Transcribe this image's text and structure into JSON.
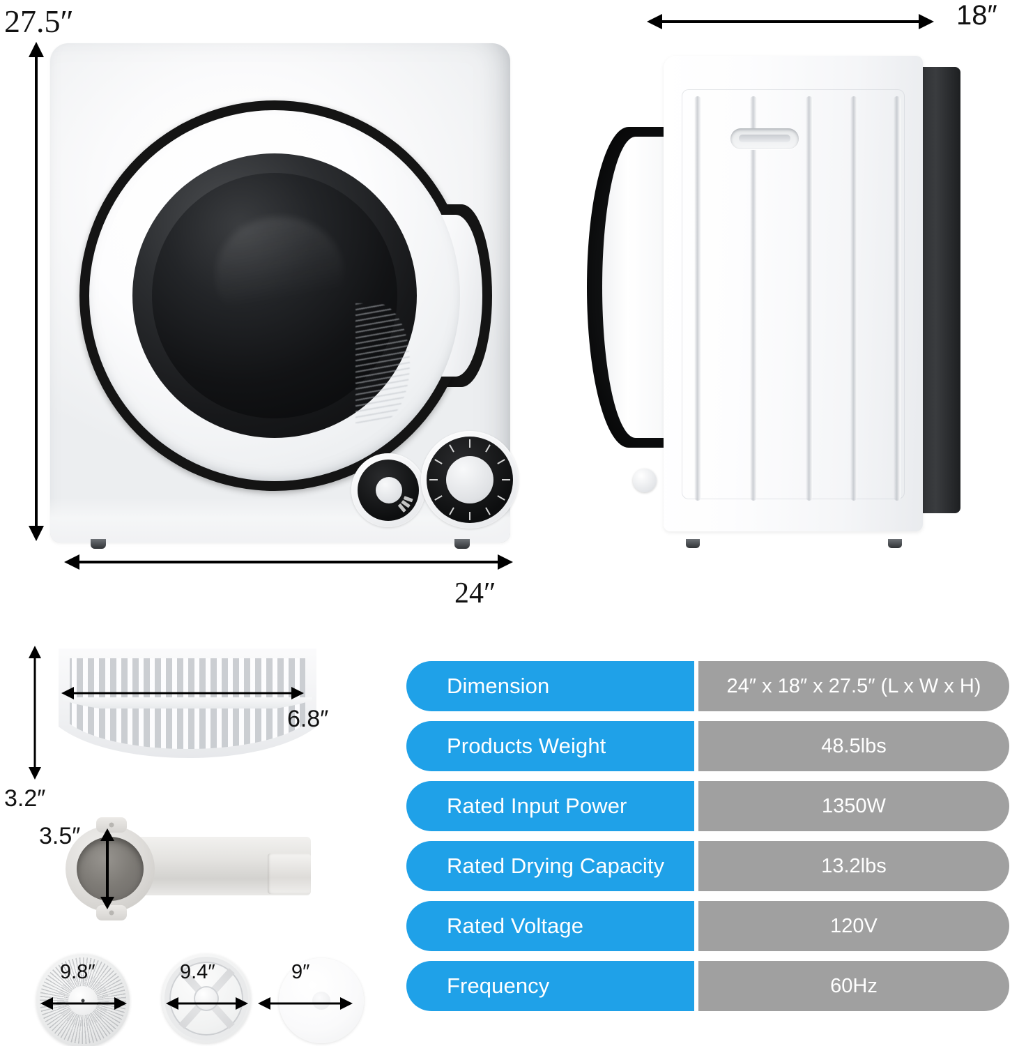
{
  "dimensions": {
    "height_label": "27.5″",
    "width_label": "24″",
    "depth_label": "18″",
    "filter_width_label": "6.8″",
    "filter_height_label": "3.2″",
    "vent_diameter_label": "3.5″",
    "disc_1_label": "9.8″",
    "disc_2_label": "9.4″",
    "disc_3_label": "9″"
  },
  "colors": {
    "accent_blue": "#1FA1E8",
    "value_gray": "#A0A0A0",
    "text_white": "#FFFFFF",
    "label_black": "#111111"
  },
  "spec_table": {
    "rows": [
      {
        "key": "Dimension",
        "value": "24″ x 18″ x 27.5″ (L x W x H)"
      },
      {
        "key": "Products Weight",
        "value": "48.5lbs"
      },
      {
        "key": "Rated Input Power",
        "value": "1350W"
      },
      {
        "key": "Rated Drying Capacity",
        "value": "13.2lbs"
      },
      {
        "key": "Rated Voltage",
        "value": "120V"
      },
      {
        "key": "Frequency",
        "value": "60Hz"
      }
    ]
  },
  "product_views": {
    "front_view_name": "dryer-front-view",
    "side_view_name": "dryer-side-view",
    "lint_filter_name": "lint-filter",
    "vent_adapter_name": "vent-hose-adapter",
    "disc_names": [
      "dryer-ball-vent-cover",
      "spoke-wheel-cover",
      "plain-cap-cover"
    ]
  }
}
